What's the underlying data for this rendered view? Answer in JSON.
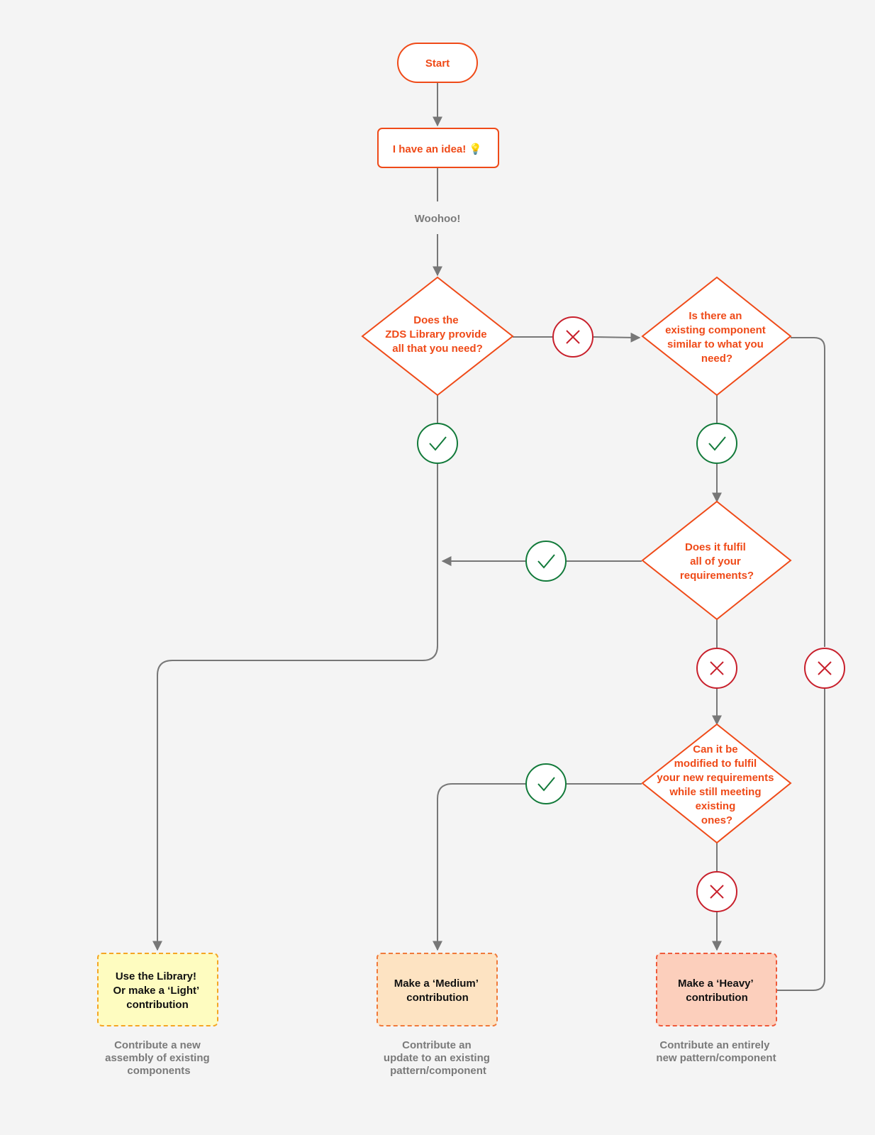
{
  "diagram": {
    "start_label": "Start",
    "idea_label": "I have an idea! 💡",
    "woohoo_label": "Woohoo!",
    "q1_lines": [
      "Does the",
      "ZDS Library provide",
      "all that you need?"
    ],
    "q2_lines": [
      "Is there an",
      "existing component",
      "similar to what you",
      "need?"
    ],
    "q3_lines": [
      "Does it fulfil",
      "all of your",
      "requirements?"
    ],
    "q4_lines": [
      "Can it be",
      "modified to fulfil",
      "your new requirements",
      "while still meeting",
      "existing",
      "ones?"
    ],
    "outcomes": [
      {
        "lines": [
          "Use the Library!",
          "Or make a ‘Light’",
          "contribution"
        ],
        "caption_lines": [
          "Contribute a new",
          "assembly of existing",
          "components"
        ],
        "fill": "#fefcc0",
        "stroke": "#f5a623"
      },
      {
        "lines": [
          "Make a ‘Medium’",
          "contribution"
        ],
        "caption_lines": [
          "Contribute an",
          "update to an existing",
          "pattern/component"
        ],
        "fill": "#fde3c2",
        "stroke": "#f07a3a"
      },
      {
        "lines": [
          "Make a ‘Heavy’",
          "contribution"
        ],
        "caption_lines": [
          "Contribute an entirely",
          "new pattern/component"
        ],
        "fill": "#fccfbc",
        "stroke": "#ef5a3a"
      }
    ]
  },
  "colors": {
    "accent": "#ef4a18",
    "yes": "#127a3a",
    "no": "#c8202c",
    "connector": "#777777",
    "background": "#f4f4f4"
  },
  "icons": {
    "yes": "check-icon",
    "no": "close-icon"
  }
}
